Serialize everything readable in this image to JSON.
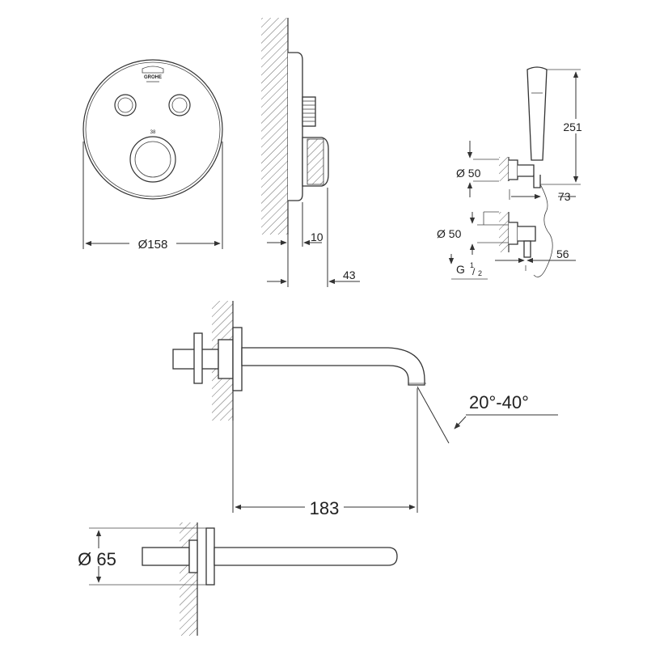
{
  "brand": {
    "logo_text": "GROHE"
  },
  "control_panel": {
    "temperature_mark": "38"
  },
  "dimensions": {
    "panel_diameter": "Ø158",
    "panel_depth": "10",
    "total_depth": "43",
    "handshower_length": "251",
    "holder_diameter": "Ø 50",
    "outlet_diameter": "Ø 50",
    "holder_offset": "73",
    "outlet_offset": "56",
    "thread_prefix": "G",
    "thread_numerator": "1",
    "thread_denominator": "2",
    "spout_angle": "20°-40°",
    "spout_projection": "183",
    "rosette_diameter": "Ø 65"
  },
  "colors": {
    "line": "#333333",
    "background": "#ffffff"
  }
}
